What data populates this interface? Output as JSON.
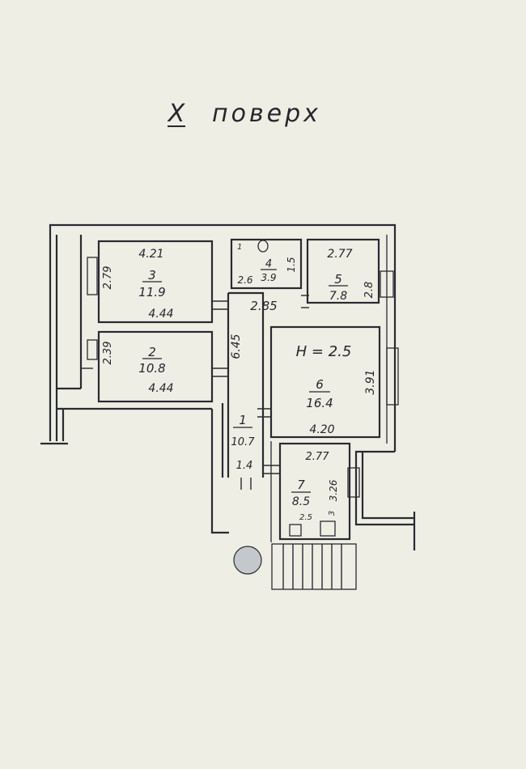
{
  "title": {
    "roman": "X",
    "text": "поверх"
  },
  "ceiling_height": "Н = 2.5",
  "rooms": [
    {
      "number": "1",
      "area": "10.7"
    },
    {
      "number": "2",
      "area": "10.8"
    },
    {
      "number": "3",
      "area": "11.9"
    },
    {
      "number": "4",
      "area": "3.9"
    },
    {
      "number": "5",
      "area": "7.8"
    },
    {
      "number": "6",
      "area": "16.4"
    },
    {
      "number": "7",
      "area": "8.5"
    }
  ],
  "dimensions": {
    "r3_top": "4.21",
    "r3_side": "2.79",
    "r3_bottom": "4.44",
    "r2_side": "2.39",
    "r2_bottom": "4.44",
    "r4_left": "2.6",
    "r4_right": "1.5",
    "r4_wc_mark": "1",
    "r5_top": "2.77",
    "r5_side": "2.8",
    "corridor_top": "2.85",
    "corridor_side": "6.45",
    "corridor_bottom": "1.4",
    "r6_side": "3.91",
    "r6_bottom": "4.20",
    "r7_top": "2.77",
    "r7_side": "3.26",
    "r7_bottom": "2.5",
    "r7_small": "3"
  }
}
